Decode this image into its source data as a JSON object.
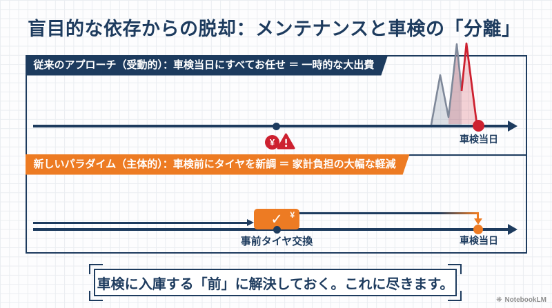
{
  "title": "盲目的な依存からの脱却：メンテナンスと車検の「分離」",
  "colors": {
    "navy": "#1d3b5e",
    "orange": "#ed7b23",
    "red": "#cd2130",
    "spike_gray": "#7e8899"
  },
  "panel_old": {
    "header": "従来のアプローチ（受動的）：車検当日にすべてお任せ ＝ 一時的な大出費",
    "yen_icon_glyph": "¥",
    "warning_icon_glyph": "!",
    "end_label": "車検当日"
  },
  "panel_new": {
    "header": "新しいパラダイム（主体的）：車検前にタイヤを新調 ＝ 家計負担の大幅な軽減",
    "check_icon_glyph": "✓",
    "yen_icon_glyph": "¥",
    "event_label": "事前タイヤ交換",
    "end_label": "車検当日"
  },
  "conclusion": "車検に入庫する「前」に解決しておく。これに尽きます。",
  "watermark": {
    "logo_glyph": "❋",
    "label": "NotebookLM"
  }
}
